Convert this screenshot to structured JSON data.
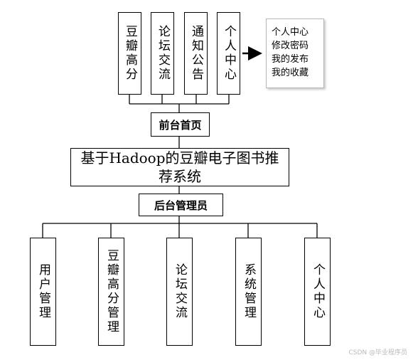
{
  "frontend_modules": [
    "豆瓣高分",
    "论坛交流",
    "通知公告",
    "个人中心"
  ],
  "personal_center_note": [
    "个人中心",
    "修改密码",
    "我的发布",
    "我的收藏"
  ],
  "frontend_home": "前台首页",
  "system_title": "基于Hadoop的豆瓣电子图书推荐系统",
  "backend_admin": "后台管理员",
  "backend_modules": [
    "用户管理",
    "豆瓣高分管理",
    "论坛交流",
    "系统管理",
    "个人中心"
  ],
  "watermark": "CSDN @毕业程序员"
}
